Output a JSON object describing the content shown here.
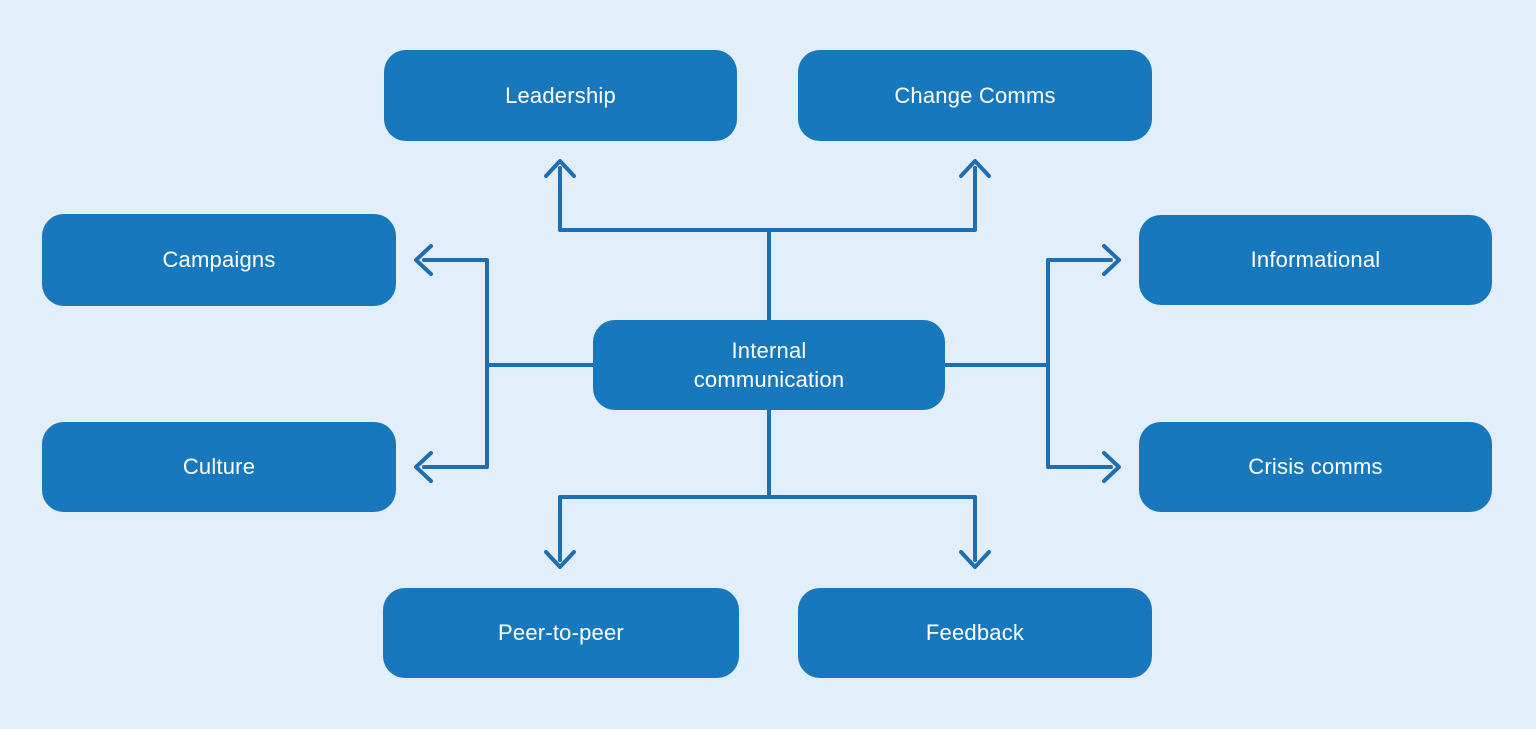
{
  "diagram": {
    "type": "mind-map",
    "colors": {
      "background": "#e2eefa",
      "node_fill": "#1878be",
      "connector": "#1e6fb2",
      "node_text": "#ffffff"
    },
    "center_node": {
      "id": "internal_communication",
      "label": "Internal communication"
    },
    "nodes": {
      "leadership": {
        "label": "Leadership"
      },
      "change_comms": {
        "label": "Change Comms"
      },
      "campaigns": {
        "label": "Campaigns"
      },
      "informational": {
        "label": "Informational"
      },
      "culture": {
        "label": "Culture"
      },
      "crisis_comms": {
        "label": "Crisis comms"
      },
      "peer_to_peer": {
        "label": "Peer-to-peer"
      },
      "feedback": {
        "label": "Feedback"
      }
    },
    "edges": [
      {
        "from": "internal_communication",
        "to": "leadership"
      },
      {
        "from": "internal_communication",
        "to": "change_comms"
      },
      {
        "from": "internal_communication",
        "to": "campaigns"
      },
      {
        "from": "internal_communication",
        "to": "culture"
      },
      {
        "from": "internal_communication",
        "to": "informational"
      },
      {
        "from": "internal_communication",
        "to": "crisis_comms"
      },
      {
        "from": "internal_communication",
        "to": "peer_to_peer"
      },
      {
        "from": "internal_communication",
        "to": "feedback"
      }
    ]
  }
}
